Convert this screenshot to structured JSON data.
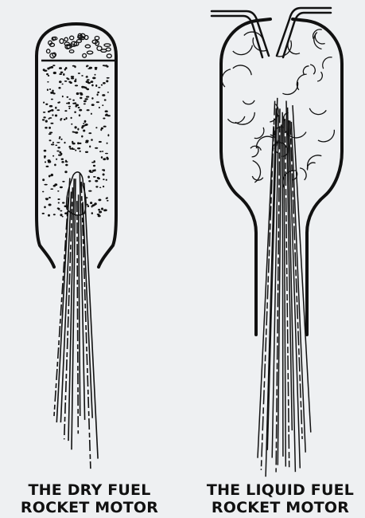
{
  "diagram": {
    "dry_fuel_motor": {
      "caption_line1": "THE DRY FUEL",
      "caption_line2": "ROCKET MOTOR"
    },
    "liquid_fuel_motor": {
      "caption_line1": "THE LIQUID FUEL",
      "caption_line2": "ROCKET MOTOR"
    }
  },
  "colors": {
    "background": "#eef0f2",
    "ink": "#111111"
  }
}
